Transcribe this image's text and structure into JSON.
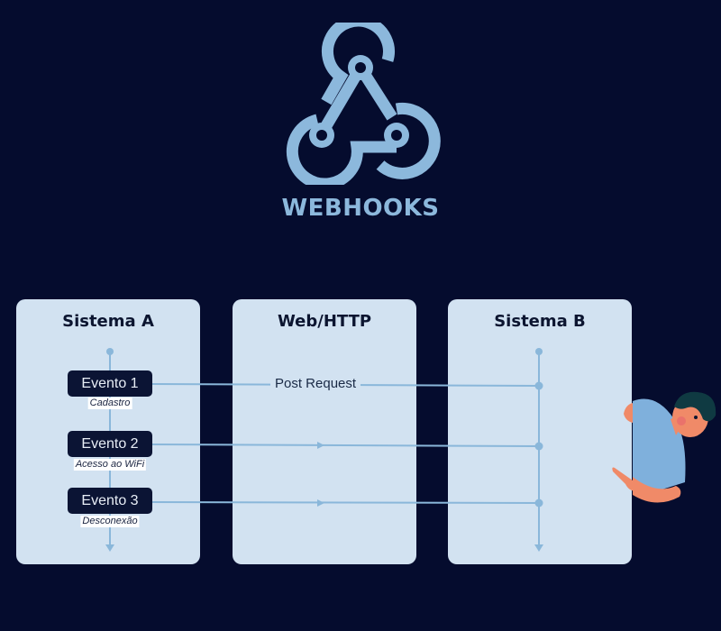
{
  "header": {
    "logo_icon": "webhook-icon",
    "title": "WEBHOOKS"
  },
  "colors": {
    "background": "#050c2e",
    "accent": "#8cb8dc",
    "panel": "#d2e2f1",
    "event_box": "#0b1434",
    "line": "#8ab7da"
  },
  "panels": [
    {
      "title": "Sistema A"
    },
    {
      "title": "Web/HTTP"
    },
    {
      "title": "Sistema B"
    }
  ],
  "events": [
    {
      "label": "Evento 1",
      "description": "Cadastro"
    },
    {
      "label": "Evento 2",
      "description": "Acesso ao WiFi"
    },
    {
      "label": "Evento 3",
      "description": "Desconexão"
    }
  ],
  "connection_label": "Post Request",
  "illustration": "person-peeking-illustration"
}
